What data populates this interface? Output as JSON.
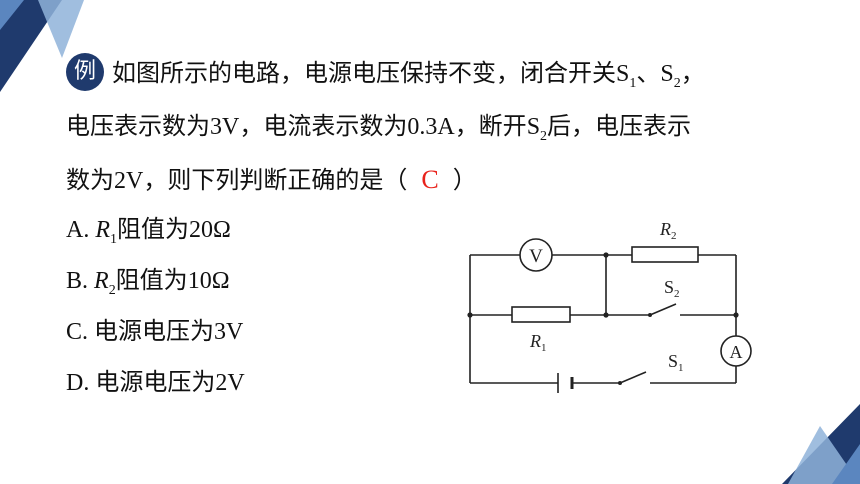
{
  "question": {
    "badge": "例",
    "line1_a": "如图所示的电路，电源电压保持不变，闭合开关",
    "s": "S",
    "sub1": "1",
    "sep": "、",
    "sub2": "2",
    "line1_end": "，",
    "line2_a": "电压表示数为",
    "volt_3": "3V",
    "line2_b": "，电流表示数为",
    "current": "0.3A",
    "line2_c": "，断开",
    "line2_d": "后，电压表示",
    "line3_a": "数为",
    "volt_2": "2V",
    "line3_b": "，则下列判断正确的是（",
    "answer": "C",
    "close_paren": "）"
  },
  "options": [
    {
      "label": "A. ",
      "var": "R",
      "sub": "1",
      "text": "阻值为",
      "value": "20Ω"
    },
    {
      "label": "B. ",
      "var": "R",
      "sub": "2",
      "text": "阻值为",
      "value": "10Ω"
    },
    {
      "label": "C. ",
      "text": "电源电压为",
      "value": "3V"
    },
    {
      "label": "D. ",
      "text": "电源电压为",
      "value": "2V"
    }
  ],
  "circuit": {
    "voltmeter": "V",
    "ammeter": "A",
    "r": "R",
    "s": "S",
    "sub1": "1",
    "sub2": "2"
  },
  "colors": {
    "badge_bg": "#1f3a6d",
    "answer": "#e8221b",
    "deco_dark": "#1f3a6d",
    "deco_light": "#8fb3d9"
  }
}
